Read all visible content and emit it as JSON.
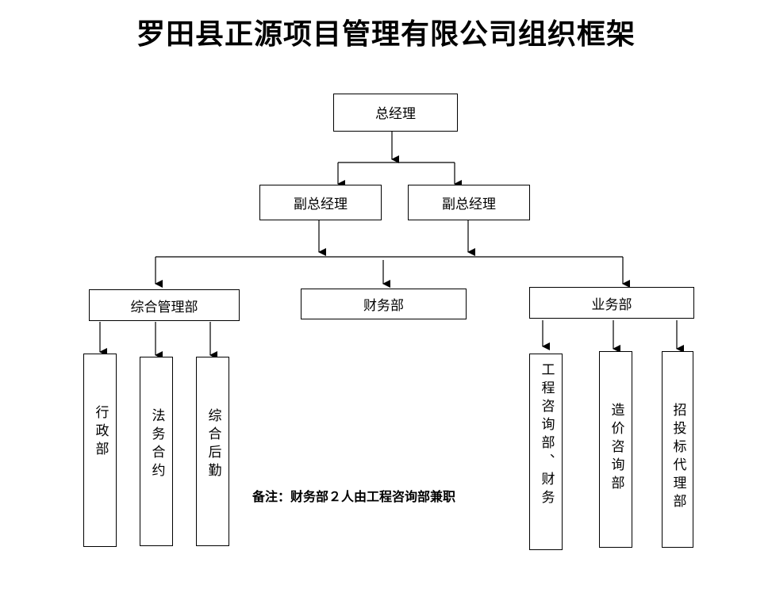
{
  "title": "罗田县正源项目管理有限公司组织框架",
  "nodes": {
    "general_manager": "总经理",
    "deputy_1": "副总经理",
    "deputy_2": "副总经理",
    "general_admin_dept": "综合管理部",
    "finance_dept": "财务部",
    "business_dept": "业务部",
    "admin": "行政部",
    "legal_contract": "法务合约",
    "general_logistics": "综合后勤",
    "engineering_consult_finance": "工程咨询部、财务",
    "cost_consult": "造价咨询部",
    "bidding_agency": "招投标代理部"
  },
  "note": "备注：财务部２人由工程咨询部兼职"
}
